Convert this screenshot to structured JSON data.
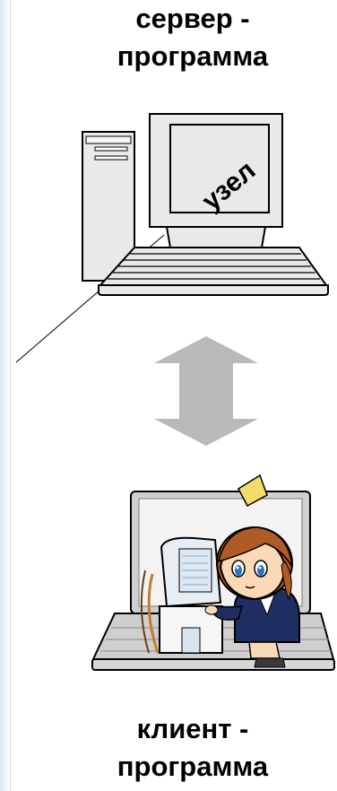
{
  "server": {
    "line1": "сервер -",
    "line2": "программа",
    "screen_label": "узел"
  },
  "client": {
    "line1": "клиент -",
    "line2": "программа"
  },
  "colors": {
    "computer_body": "#e9e9e9",
    "outline": "#000000",
    "screen": "#e9e9e9",
    "arrow": "#b9b9b9",
    "laptop_gray": "#cfcfcf",
    "note": "#f4dc6a",
    "hair": "#b05a26",
    "jacket": "#1f2f63",
    "skin": "#fbd9b6"
  },
  "icons": [
    "server-computer-icon",
    "double-arrow-icon",
    "client-laptop-icon"
  ]
}
